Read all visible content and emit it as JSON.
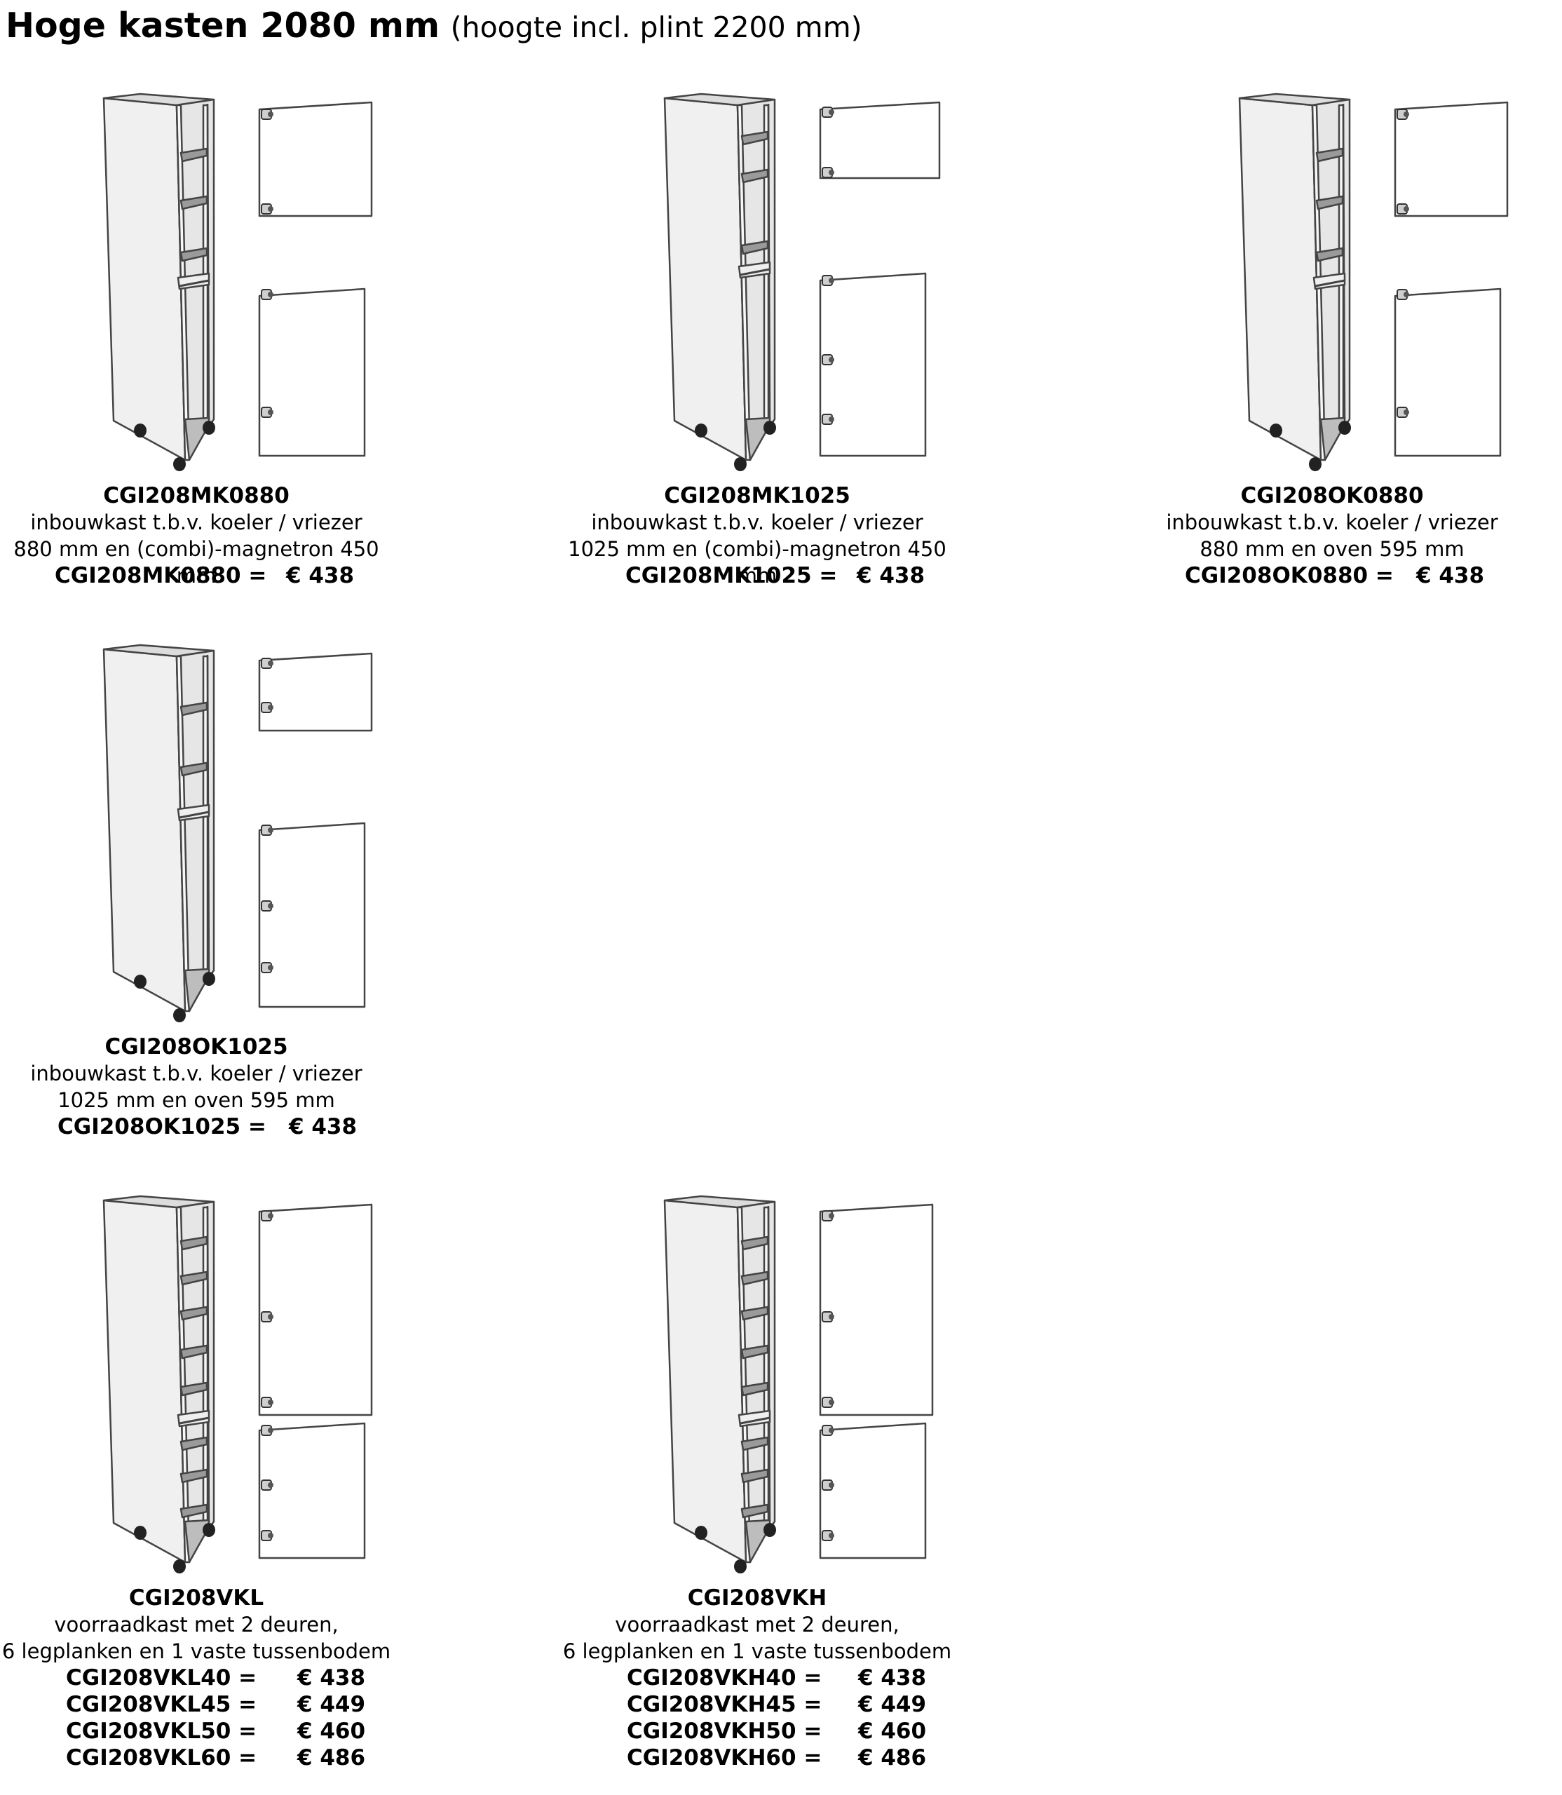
{
  "page": {
    "title": "Hoge kasten 2080 mm",
    "subtitle": "(hoogte incl. plint 2200 mm)"
  },
  "cabinets": [
    {
      "code": "CGI208MK0880",
      "desc1": "inbouwkast t.b.v. koeler / vriezer",
      "desc2": "880 mm en (combi)-magnetron 450 mm",
      "prices": [
        {
          "code": "CGI208MK0880 =",
          "price": "€ 438"
        }
      ]
    },
    {
      "code": "CGI208MK1025",
      "desc1": "inbouwkast t.b.v. koeler / vriezer",
      "desc2": "1025 mm en (combi)-magnetron 450 mm",
      "prices": [
        {
          "code": "CGI208MK1025 =",
          "price": "€ 438"
        }
      ]
    },
    {
      "code": "CGI208OK0880",
      "desc1": "inbouwkast t.b.v. koeler / vriezer",
      "desc2": "880 mm en oven 595 mm",
      "prices": [
        {
          "code": "CGI208OK0880 =",
          "price": "€ 438"
        }
      ]
    },
    {
      "code": "CGI208OK1025",
      "desc1": "inbouwkast t.b.v. koeler / vriezer",
      "desc2": "1025 mm en oven 595 mm",
      "prices": [
        {
          "code": "CGI208OK1025 =",
          "price": "€ 438"
        }
      ]
    },
    {
      "code": "CGI208VKL",
      "desc1": "voorraadkast met 2 deuren,",
      "desc2": "6 legplanken en 1 vaste tussenbodem",
      "prices": [
        {
          "code": "CGI208VKL40 =",
          "price": "€ 438"
        },
        {
          "code": "CGI208VKL45 =",
          "price": "€ 449"
        },
        {
          "code": "CGI208VKL50 =",
          "price": "€ 460"
        },
        {
          "code": "CGI208VKL60 =",
          "price": "€ 486"
        }
      ]
    },
    {
      "code": "CGI208VKH",
      "desc1": "voorraadkast met 2 deuren,",
      "desc2": "6 legplanken en 1 vaste tussenbodem",
      "prices": [
        {
          "code": "CGI208VKH40 =",
          "price": "€ 438"
        },
        {
          "code": "CGI208VKH45 =",
          "price": "€ 449"
        },
        {
          "code": "CGI208VKH50 =",
          "price": "€ 460"
        },
        {
          "code": "CGI208VKH60 =",
          "price": "€ 486"
        }
      ]
    }
  ],
  "colors": {
    "panel_edge": "#444444",
    "side_panel": "#f0f0f0",
    "back_panel": "#e6e6e6",
    "shelf": "#9a9a9a",
    "foot": "#222222"
  },
  "icons": [
    "cabinet-illustration-icon",
    "hinge-icon",
    "foot-icon"
  ]
}
